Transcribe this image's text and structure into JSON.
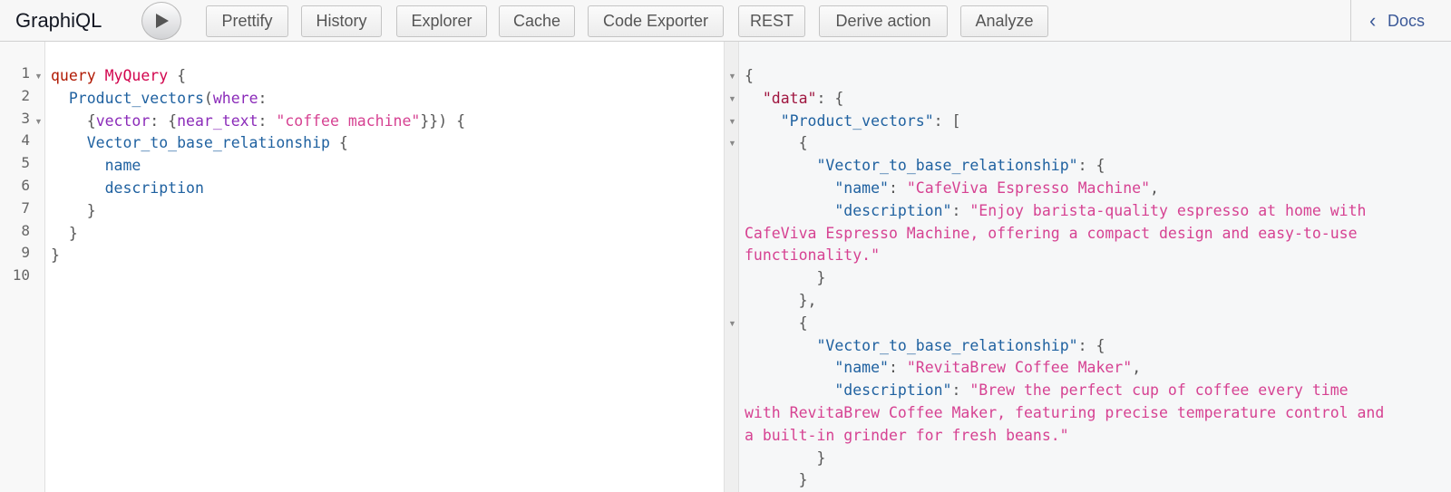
{
  "toolbar": {
    "logo": "GraphiQL",
    "run_icon": "play-icon",
    "buttons": [
      "Prettify",
      "History",
      "Explorer",
      "Cache",
      "Code Exporter",
      "REST",
      "Derive action",
      "Analyze"
    ],
    "docs_label": "Docs",
    "docs_icon": "chevron-left-icon"
  },
  "editor": {
    "line_numbers": [
      "1",
      "2",
      "3",
      "4",
      "5",
      "6",
      "7",
      "8",
      "9",
      "10"
    ],
    "lines": [
      {
        "indent": "",
        "parts": [
          [
            "kw",
            "query"
          ],
          [
            "punc",
            " "
          ],
          [
            "def",
            "MyQuery"
          ],
          [
            "punc",
            " {"
          ]
        ]
      },
      {
        "indent": "  ",
        "parts": [
          [
            "fld",
            "Product_vectors"
          ],
          [
            "punc",
            "("
          ],
          [
            "arg",
            "where"
          ],
          [
            "punc",
            ":"
          ]
        ]
      },
      {
        "indent": "    ",
        "parts": [
          [
            "punc",
            "{"
          ],
          [
            "arg",
            "vector"
          ],
          [
            "punc",
            ": {"
          ],
          [
            "arg",
            "near_text"
          ],
          [
            "punc",
            ": "
          ],
          [
            "str",
            "\"coffee machine\""
          ],
          [
            "punc",
            "}}) {"
          ]
        ]
      },
      {
        "indent": "    ",
        "parts": [
          [
            "fld",
            "Vector_to_base_relationship"
          ],
          [
            "punc",
            " {"
          ]
        ]
      },
      {
        "indent": "      ",
        "parts": [
          [
            "fld",
            "name"
          ]
        ]
      },
      {
        "indent": "      ",
        "parts": [
          [
            "fld",
            "description"
          ]
        ]
      },
      {
        "indent": "    ",
        "parts": [
          [
            "punc",
            "}"
          ]
        ]
      },
      {
        "indent": "  ",
        "parts": [
          [
            "punc",
            "}"
          ]
        ]
      },
      {
        "indent": "",
        "parts": [
          [
            "punc",
            "}"
          ]
        ]
      },
      {
        "indent": "",
        "parts": []
      }
    ]
  },
  "result": {
    "lines": [
      {
        "indent": "",
        "parts": [
          [
            "punc",
            "{"
          ]
        ]
      },
      {
        "indent": "  ",
        "parts": [
          [
            "jdata",
            "\"data\""
          ],
          [
            "punc",
            ": {"
          ]
        ]
      },
      {
        "indent": "    ",
        "parts": [
          [
            "jkey",
            "\"Product_vectors\""
          ],
          [
            "punc",
            ": ["
          ]
        ]
      },
      {
        "indent": "      ",
        "parts": [
          [
            "punc",
            "{"
          ]
        ]
      },
      {
        "indent": "        ",
        "parts": [
          [
            "jkey",
            "\"Vector_to_base_relationship\""
          ],
          [
            "punc",
            ": {"
          ]
        ]
      },
      {
        "indent": "          ",
        "parts": [
          [
            "jkey",
            "\"name\""
          ],
          [
            "punc",
            ": "
          ],
          [
            "str",
            "\"CafeViva Espresso Machine\""
          ],
          [
            "punc",
            ","
          ]
        ]
      },
      {
        "indent": "          ",
        "parts": [
          [
            "jkey",
            "\"description\""
          ],
          [
            "punc",
            ": "
          ],
          [
            "str",
            "\"Enjoy barista-quality espresso at home with"
          ]
        ]
      },
      {
        "indent": "",
        "parts": [
          [
            "str",
            "CafeViva Espresso Machine, offering a compact design and easy-to-use"
          ]
        ]
      },
      {
        "indent": "",
        "parts": [
          [
            "str",
            "functionality.\""
          ]
        ]
      },
      {
        "indent": "        ",
        "parts": [
          [
            "punc",
            "}"
          ]
        ]
      },
      {
        "indent": "      ",
        "parts": [
          [
            "punc",
            "},"
          ]
        ]
      },
      {
        "indent": "      ",
        "parts": [
          [
            "punc",
            "{"
          ]
        ]
      },
      {
        "indent": "        ",
        "parts": [
          [
            "jkey",
            "\"Vector_to_base_relationship\""
          ],
          [
            "punc",
            ": {"
          ]
        ]
      },
      {
        "indent": "          ",
        "parts": [
          [
            "jkey",
            "\"name\""
          ],
          [
            "punc",
            ": "
          ],
          [
            "str",
            "\"RevitaBrew Coffee Maker\""
          ],
          [
            "punc",
            ","
          ]
        ]
      },
      {
        "indent": "          ",
        "parts": [
          [
            "jkey",
            "\"description\""
          ],
          [
            "punc",
            ": "
          ],
          [
            "str",
            "\"Brew the perfect cup of coffee every time"
          ]
        ]
      },
      {
        "indent": "",
        "parts": [
          [
            "str",
            "with RevitaBrew Coffee Maker, featuring precise temperature control and"
          ]
        ]
      },
      {
        "indent": "",
        "parts": [
          [
            "str",
            "a built-in grinder for fresh beans.\""
          ]
        ]
      },
      {
        "indent": "        ",
        "parts": [
          [
            "punc",
            "}"
          ]
        ]
      },
      {
        "indent": "      ",
        "parts": [
          [
            "punc",
            "}"
          ]
        ]
      }
    ]
  }
}
